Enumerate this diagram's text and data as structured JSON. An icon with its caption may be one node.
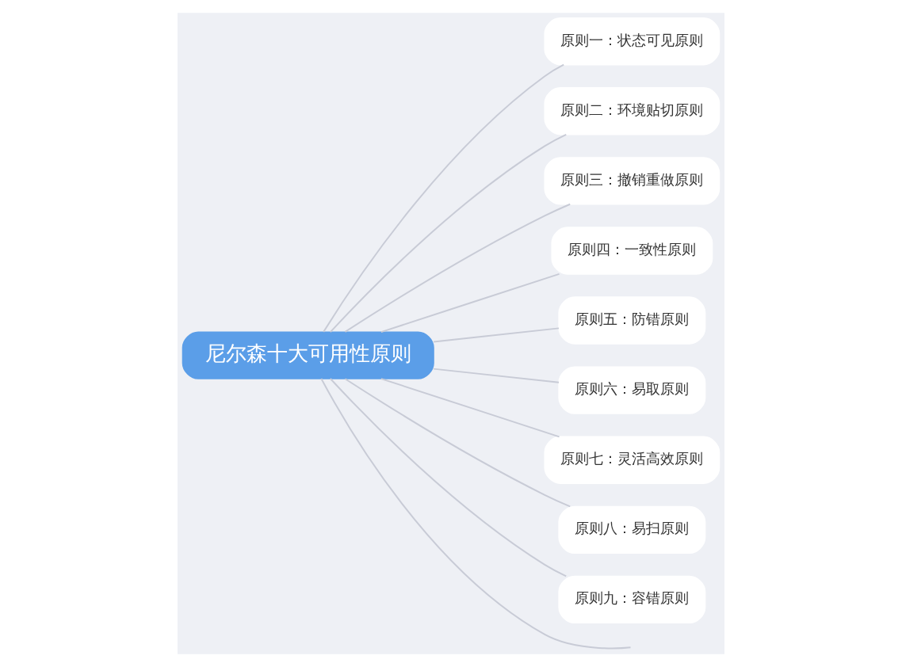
{
  "diagram": {
    "nodes": [
      {
        "text": [
          "尼尔森十大可用性原则"
        ]
      },
      {
        "text": [
          "原则一：状态可见原则"
        ]
      },
      {
        "text": [
          "原则二：环境贴切原则"
        ]
      },
      {
        "text": [
          "原则三：撤销重做原则"
        ]
      },
      {
        "text": [
          "原则四：一致性原则"
        ]
      },
      {
        "text": [
          "原则五：防错原则"
        ]
      },
      {
        "text": [
          "原则六：易取原则"
        ]
      },
      {
        "text": [
          "原则七：灵活高效原则"
        ]
      },
      {
        "text": [
          "原则八：易扫原则"
        ]
      },
      {
        "text": [
          "原则九：容错原则"
        ]
      }
    ],
    "edges": [
      {
        "from": 0,
        "to": 1,
        "arrow": "none"
      },
      {
        "from": 0,
        "to": 2,
        "arrow": "none"
      },
      {
        "from": 0,
        "to": 3,
        "arrow": "none"
      },
      {
        "from": 0,
        "to": 4,
        "arrow": "none"
      },
      {
        "from": 0,
        "to": 5,
        "arrow": "none"
      },
      {
        "from": 0,
        "to": 6,
        "arrow": "none"
      },
      {
        "from": 0,
        "to": 7,
        "arrow": "none"
      },
      {
        "from": 0,
        "to": 8,
        "arrow": "none"
      },
      {
        "from": 0,
        "to": 9,
        "arrow": "none"
      },
      {
        "from": 0,
        "to": null,
        "arrow": "none"
      }
    ]
  }
}
